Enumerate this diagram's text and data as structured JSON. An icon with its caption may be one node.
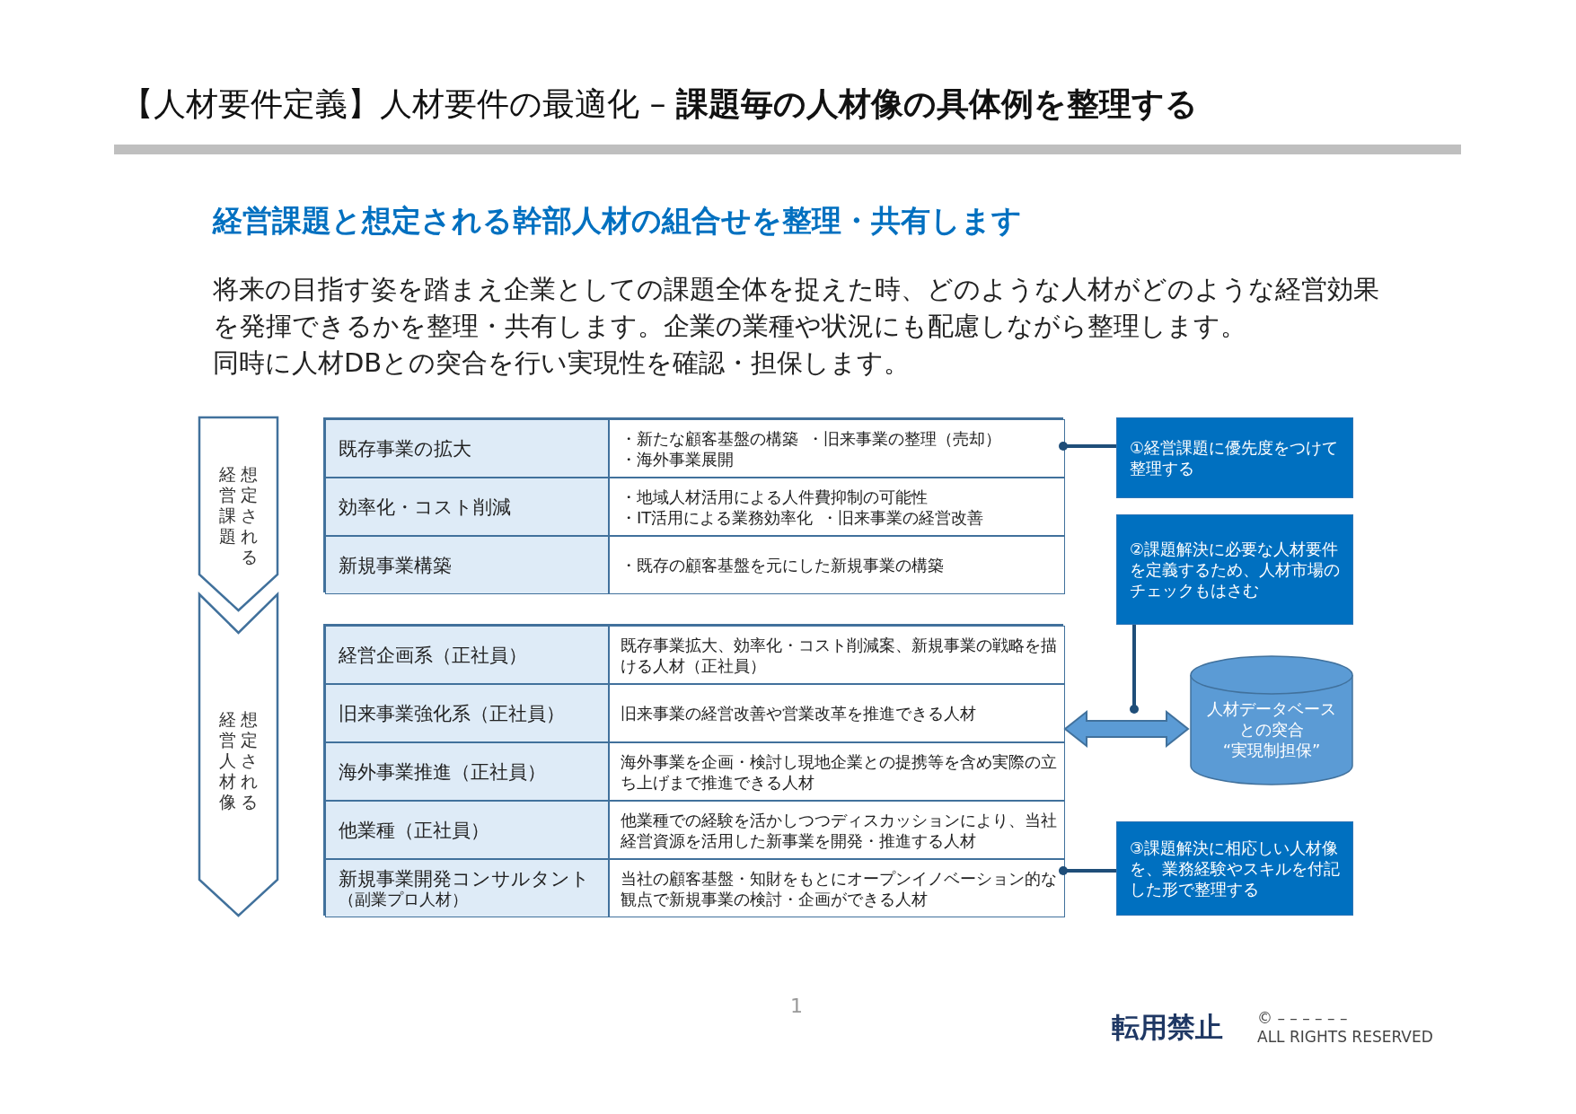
{
  "diagram": {
    "title": "【人材要件定義】人材要件の最適化 – **課題毎の人材像の具体例を整理する**",
    "nodes": [
      {
        "text": [
          "想定される経営課題"
        ]
      },
      {
        "text": [],
        "shape": "box"
      },
      {
        "text": [
          "既存事業の拡大",
          "・新たな顧客基盤の構築",
          "・旧来事業の整理（売却）",
          "・海外事業展開"
        ],
        "in": 1
      },
      {
        "text": [
          "効率化・コスト削減",
          "・地域人材活用による人件費抑制の可能性",
          "・IT活用による業務効率化",
          "・旧来事業の経営改善"
        ],
        "in": 1
      },
      {
        "text": [
          "新規事業構築",
          "・既存の顧客基盤を元にした新規事業の構築"
        ],
        "in": 1
      },
      {
        "text": [
          "想定される経営人材像"
        ]
      },
      {
        "text": [],
        "shape": "box"
      },
      {
        "text": [
          "経営企画系（正社員）",
          "既存事業拡大、効率化・コスト削減案、新規事業の戦略を描ける人材（正社員）"
        ],
        "in": 6
      },
      {
        "text": [
          "旧来事業強化系（正社員）",
          "旧来事業の経営改善や営業改革を推進できる人材"
        ],
        "in": 6
      },
      {
        "text": [
          "海外事業推進（正社員）",
          "海外事業を企画・検討し現地企業との提携等を含め実際の立ち上げまで推進できる人材"
        ],
        "in": 6
      },
      {
        "text": [
          "他業種（正社員）",
          "他業種での経験を活かしつつディスカッションにより、当社経営資源を活用した新事業を開発・推進する人材"
        ],
        "in": 6
      },
      {
        "text": [
          "新規事業開発コンサルタント",
          "（副業プロ人材）",
          "当社の顧客基盤・知財をもとにオープンイノベーション的な観点で新規事業の検討・企画ができる人材"
        ],
        "in": 6
      },
      {
        "text": [
          "①経営課題に優先度をつけて整理する"
        ]
      },
      {
        "text": [
          "②課題解決に必要な人材要件を定義するため、人材市場のチェックもはさむ"
        ]
      },
      {
        "text": [
          "人材データベースとの突合",
          "“実現制担保”"
        ]
      },
      {
        "text": [
          "③課題解決に相応しい人材像を、業務経験やスキルを付記した形で整理する"
        ]
      }
    ],
    "edges": [
      {
        "from": 2,
        "to": 12,
        "arrow": "other"
      },
      {
        "from": 11,
        "to": 15,
        "arrow": "other"
      },
      {
        "from": 6,
        "to": 14,
        "arrow": "both",
        "style": "thick"
      },
      {
        "from": 13,
        "to": null,
        "arrow": "other"
      }
    ],
    "labels": [
      "経営課題と想定される幹部人材の組合せを整理・共有します",
      "将来の目指す姿を踏まえ企業としての課題全体を捉えた時、どのような人材がどのような経営効果を発揮できるかを整理・共有します。企業の業種や状況にも配慮しながら整理します。",
      "同時に人材DBとの突合を行い実現性を確認・担保します。",
      "1",
      "転用禁止",
      "© – – – – – –",
      "ALL RIGHTS RESERVED"
    ]
  }
}
